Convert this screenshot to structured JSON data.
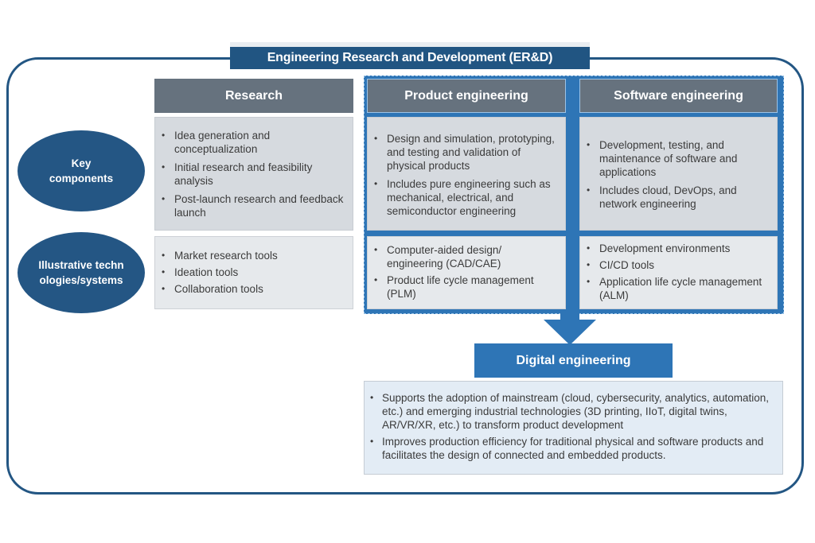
{
  "title": "Engineering Research and Development (ER&D)",
  "row_labels": {
    "key_components": "Key components",
    "illustrative": "Illustrative technologies/systems"
  },
  "columns": [
    {
      "header": "Research",
      "key_components": [
        "Idea generation and conceptualization",
        "Initial research and feasibility analysis",
        "Post-launch research and feedback launch"
      ],
      "technologies": [
        "Market research tools",
        "Ideation tools",
        "Collaboration tools"
      ]
    },
    {
      "header": "Product engineering",
      "key_components": [
        "Design and simulation, prototyping, and testing and validation of physical products",
        "Includes pure engineering such as mechanical, electrical, and semiconductor engineering"
      ],
      "technologies": [
        "Computer-aided design/ engineering (CAD/CAE)",
        "Product life cycle management (PLM)"
      ]
    },
    {
      "header": "Software engineering",
      "key_components": [
        "Development, testing, and maintenance of software and applications",
        "Includes cloud, DevOps, and network engineering"
      ],
      "technologies": [
        "Development environments",
        "CI/CD tools",
        "Application life cycle management (ALM)"
      ]
    }
  ],
  "digital_engineering": {
    "header": "Digital engineering",
    "items": [
      "Supports the adoption of mainstream (cloud, cybersecurity, analytics, automation, etc.) and emerging industrial technologies (3D printing, IIoT, digital twins, AR/VR/XR, etc.) to transform product development",
      "Improves production efficiency for traditional physical and software products and facilitates the design of connected and embedded products."
    ]
  },
  "colors": {
    "dark_blue": "#215582",
    "accent_blue": "#2e75b6",
    "header_gray": "#66727e",
    "cell_gray": "#d6dadf",
    "cell_light": "#e6e9ec",
    "digital_body": "#e3ecf5"
  }
}
